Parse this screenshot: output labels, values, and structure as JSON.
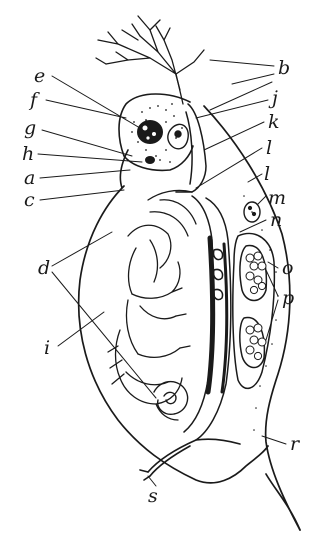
{
  "figure": {
    "labels": {
      "b": "b",
      "e": "e",
      "j": "j",
      "f": "f",
      "k": "k",
      "g": "g",
      "l1": "l",
      "h": "h",
      "l2": "l",
      "a": "a",
      "m": "m",
      "c": "c",
      "n": "n",
      "o": "o",
      "d": "d",
      "p": "p",
      "i": "i",
      "r": "r",
      "s": "s"
    },
    "ink_color": "#1a1a1a",
    "background_color": "#ffffff"
  }
}
